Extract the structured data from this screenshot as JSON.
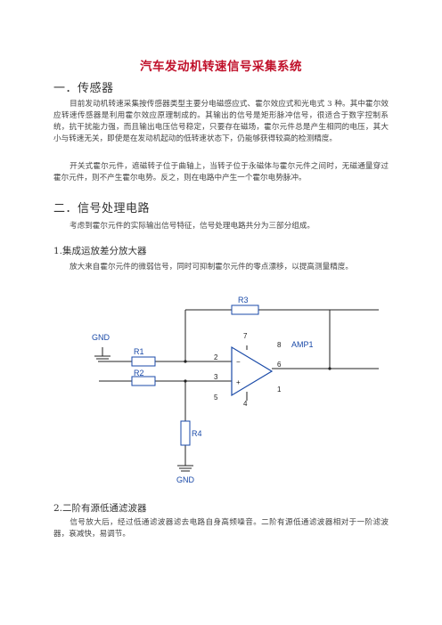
{
  "doc": {
    "title": "汽车发动机转速信号采集系统",
    "section1": {
      "heading": "一．传感器",
      "p1": "目前发动机转速采集按传感器类型主要分电磁感应式、霍尔效应式和光电式 3 种。其中霍尔效应转速传感器是利用霍尔效应原理制成的。其输出的信号是矩形脉冲信号，很适合于数字控制系统，抗干扰能力强，而且输出电压信号稳定，只要存在磁场，霍尔元件总是产生相同的电压，其大小与转速无关，即使是在发动机起动的低转速状态下，仍能够获得较高的检测精度。",
      "p2": "开关式霍尔元件，遮磁转子位于曲轴上，当转子位于永磁体与霍尔元件之间时，无磁通量穿过霍尔元件，则不产生霍尔电势。反之，则在电路中产生一个霍尔电势脉冲。"
    },
    "section2": {
      "heading": "二．信号处理电路",
      "intro": "考虑到霍尔元件的实际输出信号特征，信号处理电路共分为三部分组成。",
      "sub1": {
        "heading": "1.集成运放差分放大器",
        "text": "放大来自霍尔元件的微弱信号，同时可抑制霍尔元件的零点漂移，以提高测量精度。"
      },
      "sub2": {
        "heading": "2.二阶有源低通滤波器",
        "text": "信号放大后，经过低通滤波器滤去电路自身高频噪音。二阶有源低通滤波器相对于一阶滤波器，衰减快，易调节。"
      }
    },
    "circuit": {
      "r1": "R1",
      "r2": "R2",
      "r3": "R3",
      "r4": "R4",
      "gnd_top": "GND",
      "gnd_bottom": "GND",
      "amp": "AMP1",
      "pin2": "2",
      "pin3": "3",
      "pin4": "4",
      "pin5": "5",
      "pin6": "6",
      "pin7": "7",
      "pin8": "8",
      "pin1": "1",
      "minus": "−",
      "plus": "+"
    }
  }
}
